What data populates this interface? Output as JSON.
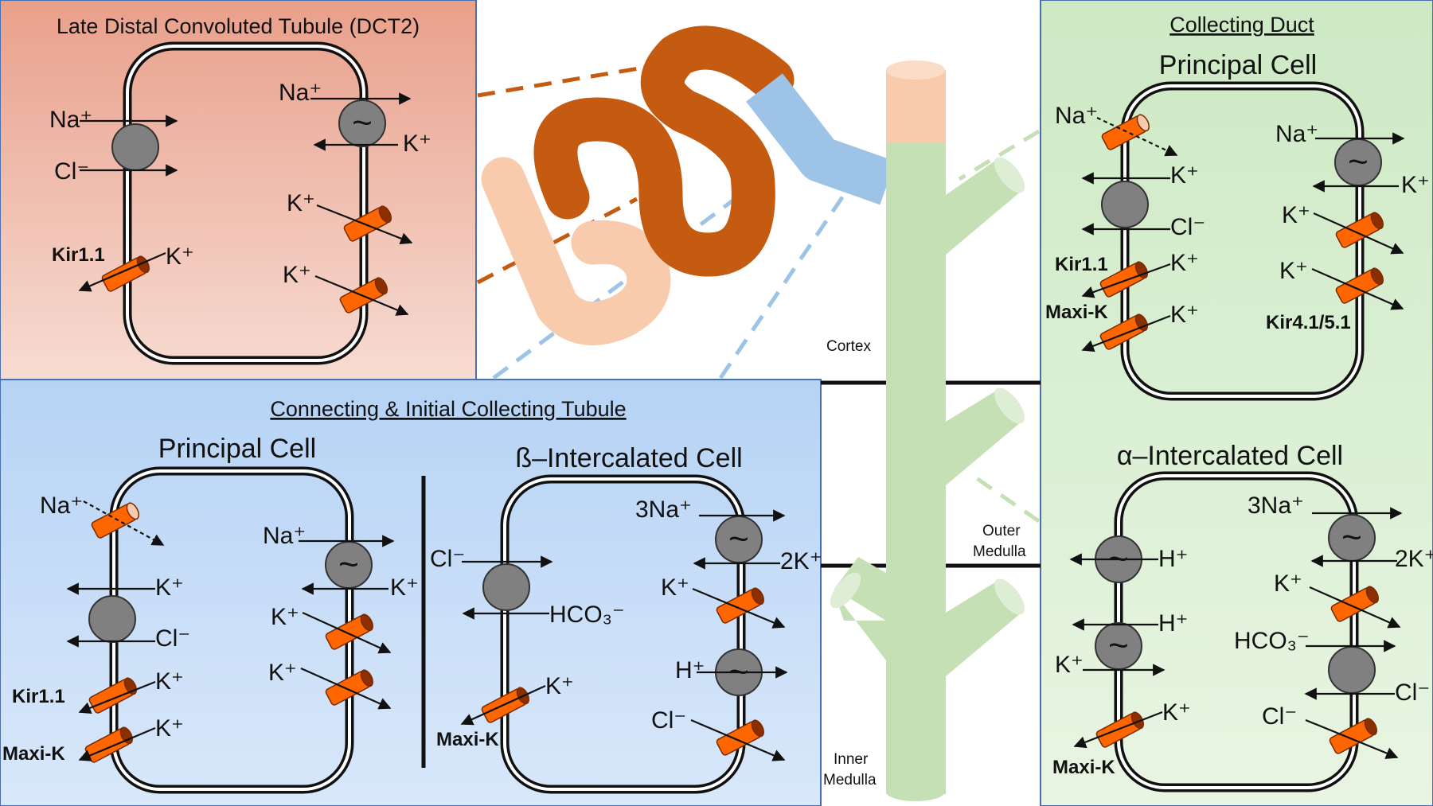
{
  "panels": {
    "dct2": {
      "title": "Late Distal Convoluted Tubule (DCT2)"
    },
    "cnt": {
      "title": "Connecting & Initial Collecting Tubule",
      "principal_title": "Principal Cell",
      "intercalated_title": "ß–Intercalated Cell"
    },
    "cd": {
      "title": "Collecting Duct",
      "principal_title": "Principal Cell",
      "intercalated_title": "α–Intercalated Cell"
    }
  },
  "regions": {
    "cortex": "Cortex",
    "outer_1": "Outer",
    "outer_2": "Medulla",
    "inner_1": "Inner",
    "inner_2": "Medulla"
  },
  "labels": {
    "na": "Na⁺",
    "k": "K⁺",
    "cl": "Cl⁻",
    "h": "H⁺",
    "three_na": "3Na⁺",
    "two_k": "2K⁺",
    "hco3": "HCO₃⁻",
    "kir11": "Kir1.1",
    "maxik": "Maxi-K",
    "kir4151": "Kir4.1/5.1",
    "pump": "~"
  },
  "colors": {
    "dct2_bg_top": "#e9a08b",
    "dct2_bg_bottom": "#f7dcd3",
    "cnt_bg_top": "#b6d3f5",
    "cnt_bg_bottom": "#d9e8fa",
    "cd_bg_top": "#cde9c4",
    "cd_bg_bottom": "#e8f5e3",
    "tubule_dark": "#c55a11",
    "tubule_light": "#f8cbad",
    "tubule_blue": "#9dc3e6",
    "duct_green": "#c5e0b4",
    "channel": "#ff6600",
    "exchanger": "#808080"
  }
}
